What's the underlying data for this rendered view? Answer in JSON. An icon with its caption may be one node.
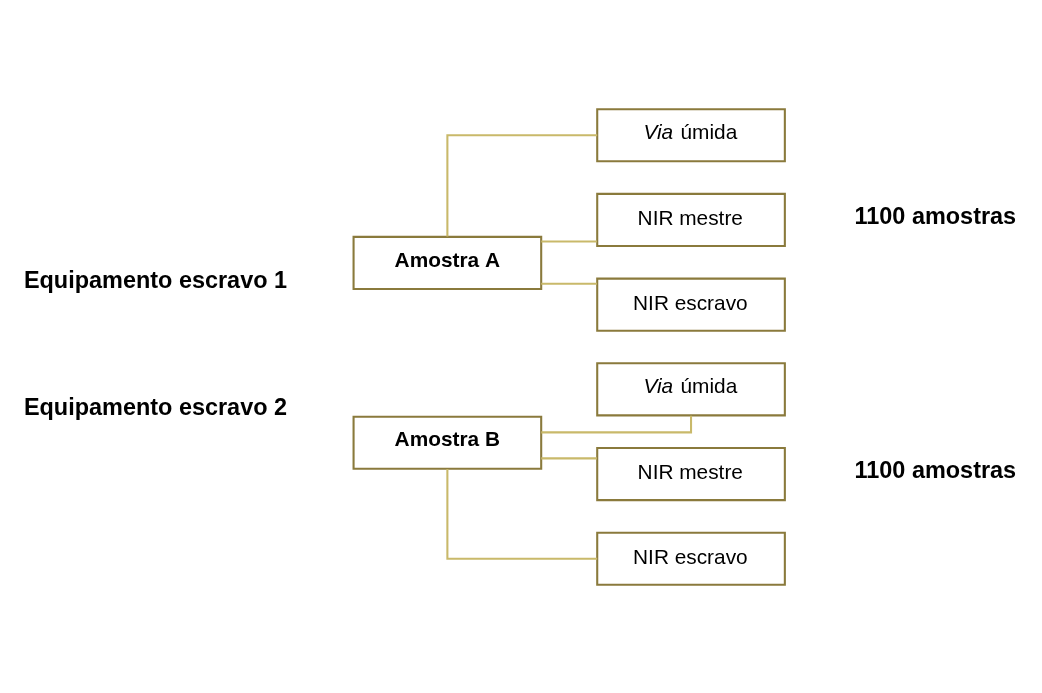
{
  "diagram": {
    "nodes": [
      {
        "text": [
          "Amostra A"
        ]
      },
      {
        "text": [
          "*Via* úmida"
        ]
      },
      {
        "text": [
          "NIR mestre"
        ]
      },
      {
        "text": [
          "NIR escravo"
        ]
      },
      {
        "text": [
          "Amostra B"
        ]
      },
      {
        "text": [
          "*Via* úmida"
        ]
      },
      {
        "text": [
          "NIR mestre"
        ]
      },
      {
        "text": [
          "NIR escravo"
        ]
      }
    ],
    "edges": [
      {
        "from": 0,
        "to": 1,
        "arrow": "none"
      },
      {
        "from": 0,
        "to": 2,
        "arrow": "none"
      },
      {
        "from": 0,
        "to": 3,
        "arrow": "none"
      },
      {
        "from": 4,
        "to": 5,
        "arrow": "none"
      },
      {
        "from": 4,
        "to": 6,
        "arrow": "none"
      },
      {
        "from": 4,
        "to": 7,
        "arrow": "none"
      }
    ],
    "labels": [
      "Equipamento escravo 1",
      "1100 amostras",
      "Equipamento escravo 2",
      "1100 amostras"
    ]
  }
}
